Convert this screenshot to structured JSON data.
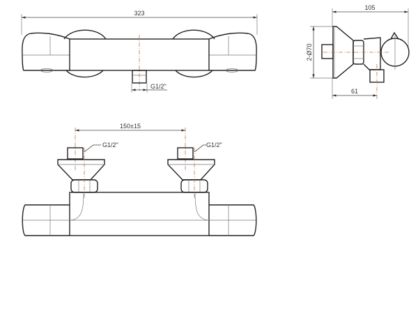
{
  "drawing": {
    "top_view": {
      "overall_length": "323",
      "outlet_thread": "G1/2\""
    },
    "side_view": {
      "depth": "105",
      "flange_diameter": "2-Ø70",
      "outlet_offset": "61"
    },
    "front_view": {
      "center_distance": "150±15",
      "inlet_thread_left": "G1/2\"",
      "inlet_thread_right": "G1/2\""
    }
  }
}
